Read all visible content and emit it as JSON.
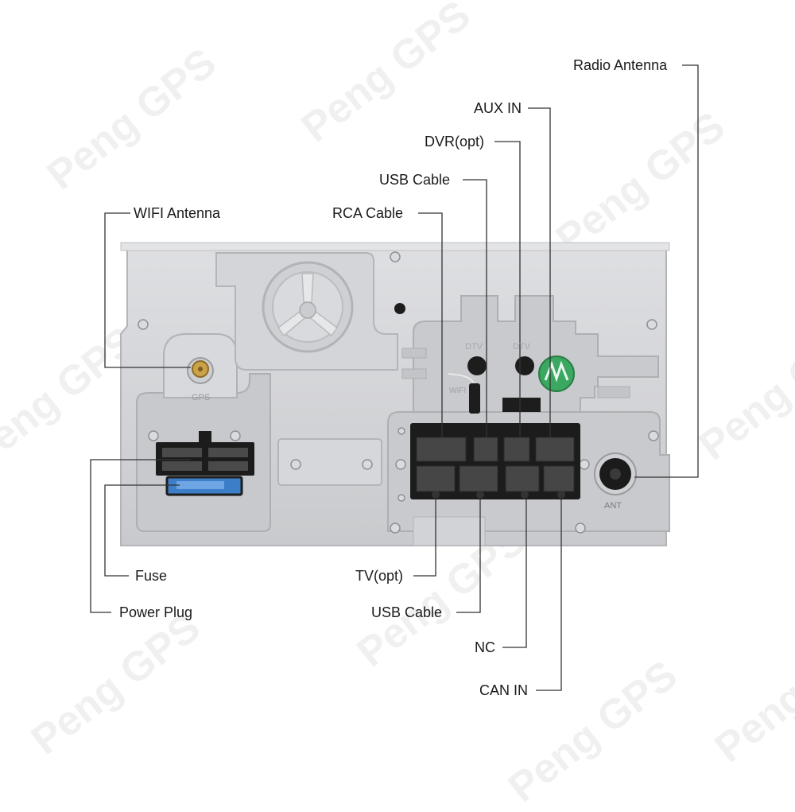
{
  "watermark": "Peng GPS",
  "labels": {
    "radio_antenna": "Radio Antenna",
    "aux_in": "AUX IN",
    "dvr_opt": "DVR(opt)",
    "usb_cable_top": "USB Cable",
    "rca_cable": "RCA Cable",
    "wifi_antenna": "WIFI Antenna",
    "fuse": "Fuse",
    "power_plug": "Power Plug",
    "tv_opt": "TV(opt)",
    "usb_cable_bottom": "USB Cable",
    "nc": "NC",
    "can_in": "CAN IN"
  },
  "unit": {
    "gps_label": "GPS",
    "ant_label": "ANT",
    "dtv_label_1": "DTV",
    "dtv_label_2": "DTV",
    "wifi_label": "WIFI"
  },
  "colors": {
    "panel": "#d3d4d7",
    "panel_edge": "#b9babd",
    "connector": "#1c1c1c",
    "fuse": "#3d7ec9",
    "antenna_gold": "#c9a24a",
    "green_badge": "#3aa861",
    "leader_line": "#333333"
  }
}
